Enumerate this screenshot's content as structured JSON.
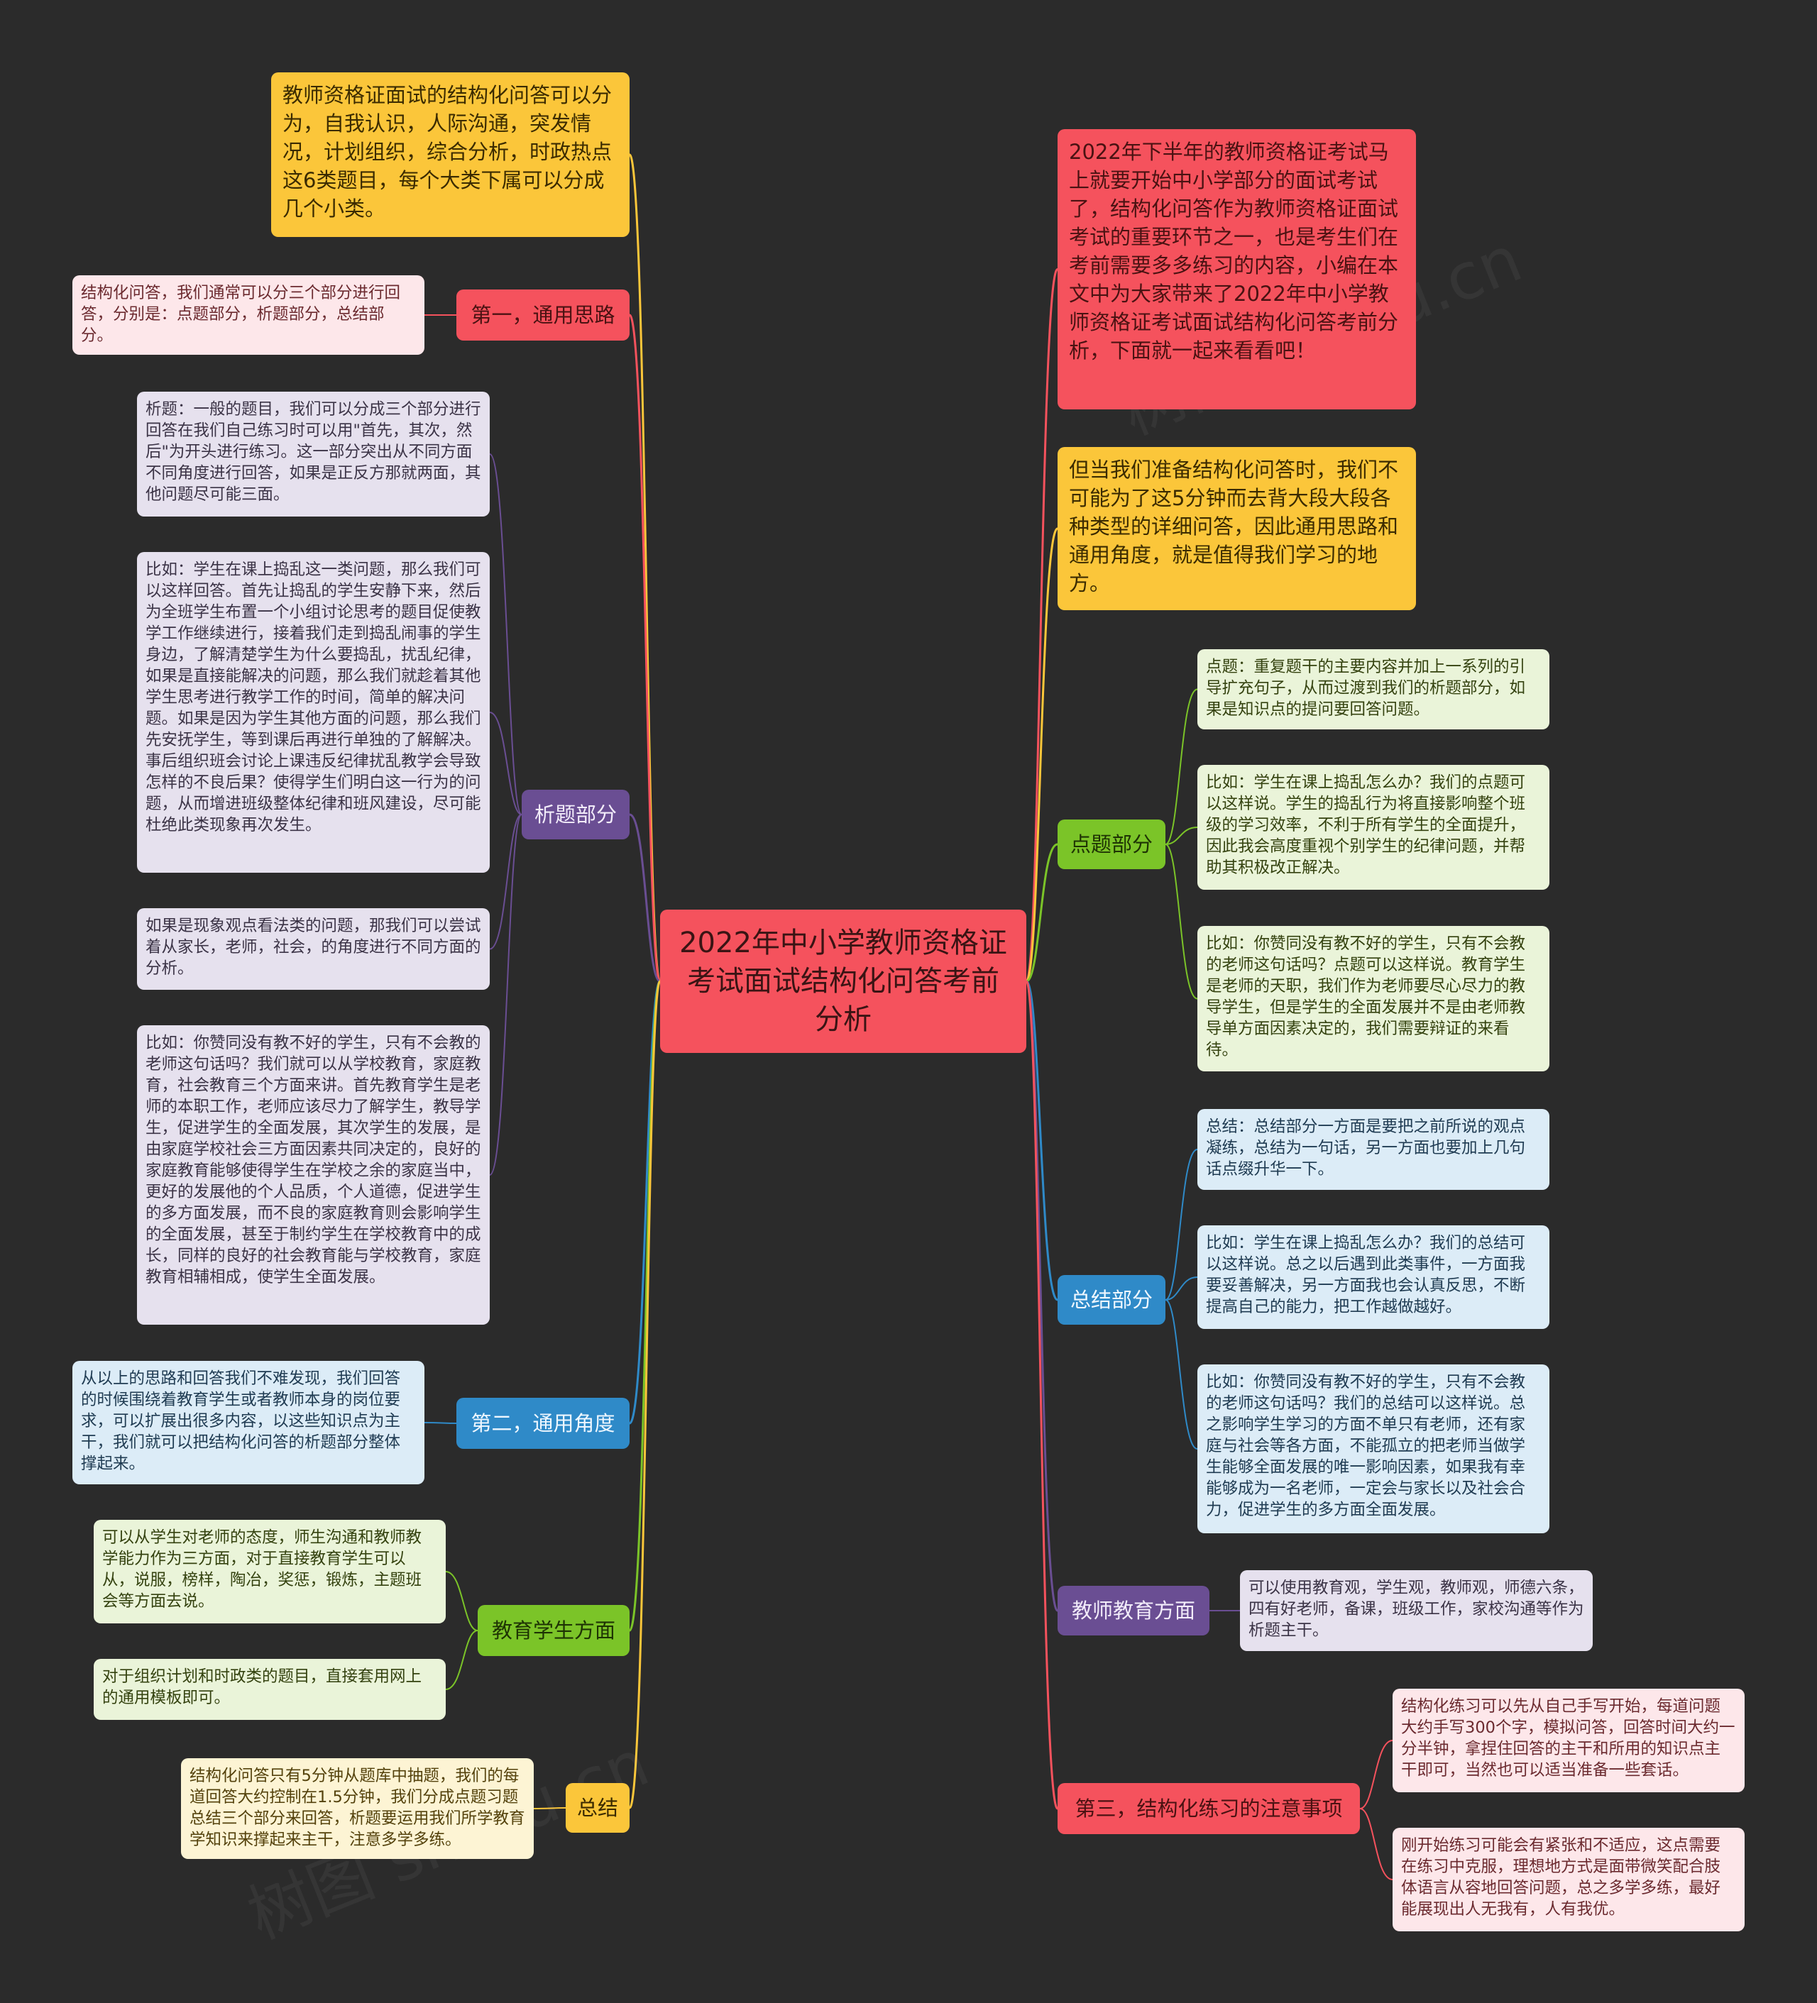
{
  "root": "2022年中小学教师资格证考试面试结构化问答考前分析",
  "watermark": "树图 shutu.cn",
  "colors": {
    "red": "#f5525d",
    "yellow": "#fbc63a",
    "purple": "#6a4e93",
    "blue": "#2f8ac8",
    "green": "#7bc428",
    "background": "#2b2b2b"
  },
  "left": {
    "intro": "教师资格证面试的结构化问答可以分为，自我认识，人际沟通，突发情况，计划组织，综合分析，时政热点这6类题目，每个大类下属可以分成几个小类。",
    "general_approach": {
      "label": "第一，通用思路",
      "note": "结构化问答，我们通常可以分三个部分进行回答，分别是：点题部分，析题部分，总结部分。"
    },
    "analysis": {
      "label": "析题部分",
      "notes": [
        "析题：一般的题目，我们可以分成三个部分进行回答在我们自己练习时可以用\"首先，其次，然后\"为开头进行练习。这一部分突出从不同方面不同角度进行回答，如果是正反方那就两面，其他问题尽可能三面。",
        "比如：学生在课上捣乱这一类问题，那么我们可以这样回答。首先让捣乱的学生安静下来，然后为全班学生布置一个小组讨论思考的题目促使教学工作继续进行，接着我们走到捣乱闹事的学生身边，了解清楚学生为什么要捣乱，扰乱纪律，如果是直接能解决的问题，那么我们就趁着其他学生思考进行教学工作的时间，简单的解决问题。如果是因为学生其他方面的问题，那么我们先安抚学生，等到课后再进行单独的了解解决。事后组织班会讨论上课违反纪律扰乱教学会导致怎样的不良后果？使得学生们明白这一行为的问题，从而增进班级整体纪律和班风建设，尽可能杜绝此类现象再次发生。",
        "如果是现象观点看法类的问题，那我们可以尝试着从家长，老师，社会，的角度进行不同方面的分析。",
        "比如：你赞同没有教不好的学生，只有不会教的老师这句话吗？我们就可以从学校教育，家庭教育，社会教育三个方面来讲。首先教育学生是老师的本职工作，老师应该尽力了解学生，教导学生，促进学生的全面发展，其次学生的发展，是由家庭学校社会三方面因素共同决定的，良好的家庭教育能够使得学生在学校之余的家庭当中，更好的发展他的个人品质，个人道德，促进学生的多方面发展，而不良的家庭教育则会影响学生的全面发展，甚至于制约学生在学校教育中的成长，同样的良好的社会教育能与学校教育，家庭教育相辅相成，使学生全面发展。"
      ]
    },
    "general_angle": {
      "label": "第二，通用角度",
      "note": "从以上的思路和回答我们不难发现，我们回答的时候围绕着教育学生或者教师本身的岗位要求，可以扩展出很多内容，以这些知识点为主干，我们就可以把结构化问答的析题部分整体撑起来。"
    },
    "educate_students": {
      "label": "教育学生方面",
      "notes": [
        "可以从学生对老师的态度，师生沟通和教师教学能力作为三方面，对于直接教育学生可以从，说服，榜样，陶冶，奖惩，锻炼，主题班会等方面去说。",
        "对于组织计划和时政类的题目，直接套用网上的通用模板即可。"
      ]
    },
    "summary": {
      "label": "总结",
      "note": "结构化问答只有5分钟从题库中抽题，我们的每道回答大约控制在1.5分钟，我们分成点题习题总结三个部分来回答，析题要运用我们所学教育学知识来撑起来主干，注意多学多练。"
    }
  },
  "right": {
    "intro1": "2022年下半年的教师资格证考试马上就要开始中小学部分的面试考试了，结构化问答作为教师资格证面试考试的重要环节之一，也是考生们在考前需要多多练习的内容，小编在本文中为大家带来了2022年中小学教师资格证考试面试结构化问答考前分析，下面就一起来看看吧！",
    "intro2": "但当我们准备结构化问答时，我们不可能为了这5分钟而去背大段大段各种类型的详细问答，因此通用思路和通用角度，就是值得我们学习的地方。",
    "point": {
      "label": "点题部分",
      "notes": [
        "点题：重复题干的主要内容并加上一系列的引导扩充句子，从而过渡到我们的析题部分，如果是知识点的提问要回答问题。",
        "比如：学生在课上捣乱怎么办？我们的点题可以这样说。学生的捣乱行为将直接影响整个班级的学习效率，不利于所有学生的全面提升，因此我会高度重视个别学生的纪律问题，并帮助其积极改正解决。",
        "比如：你赞同没有教不好的学生，只有不会教的老师这句话吗？点题可以这样说。教育学生是老师的天职，我们作为老师要尽心尽力的教导学生，但是学生的全面发展并不是由老师教导单方面因素决定的，我们需要辩证的来看待。"
      ]
    },
    "conclusion": {
      "label": "总结部分",
      "notes": [
        "总结：总结部分一方面是要把之前所说的观点凝练，总结为一句话，另一方面也要加上几句话点缀升华一下。",
        "比如：学生在课上捣乱怎么办？我们的总结可以这样说。总之以后遇到此类事件，一方面我要妥善解决，另一方面我也会认真反思，不断提高自己的能力，把工作越做越好。",
        "比如：你赞同没有教不好的学生，只有不会教的老师这句话吗？我们的总结可以这样说。总之影响学生学习的方面不单只有老师，还有家庭与社会等各方面，不能孤立的把老师当做学生能够全面发展的唯一影响因素，如果我有幸能够成为一名老师，一定会与家长以及社会合力，促进学生的多方面全面发展。"
      ]
    },
    "teacher": {
      "label": "教师教育方面",
      "note": "可以使用教育观，学生观，教师观，师德六条，四有好老师，备课，班级工作，家校沟通等作为析题主干。"
    },
    "practice": {
      "label": "第三，结构化练习的注意事项",
      "notes": [
        "结构化练习可以先从自己手写开始，每道问题大约手写300个字，模拟问答，回答时间大约一分半钟，拿捏住回答的主干和所用的知识点主干即可，当然也可以适当准备一些套话。",
        "刚开始练习可能会有紧张和不适应，这点需要在练习中克服，理想地方式是面带微笑配合肢体语言从容地回答问题，总之多学多练，最好能展现出人无我有，人有我优。"
      ]
    }
  }
}
